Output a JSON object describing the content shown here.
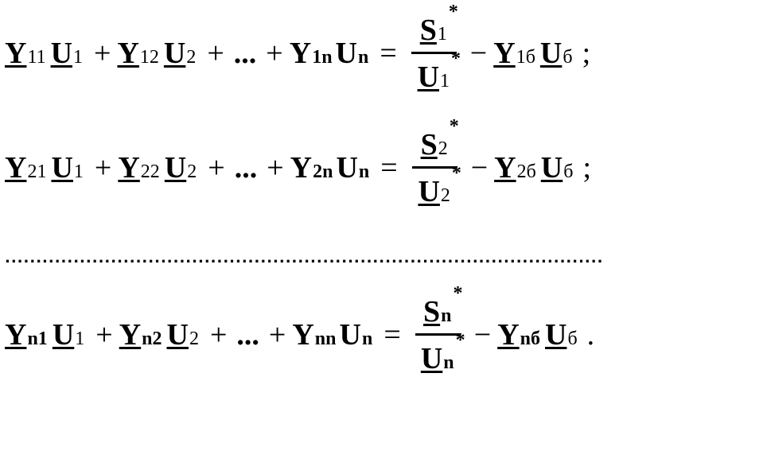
{
  "equations": [
    {
      "terms": [
        {
          "y": "Y",
          "ysub": "11",
          "u": "U",
          "usub": "1"
        },
        {
          "y": "Y",
          "ysub": "12",
          "u": "U",
          "usub": "2"
        },
        {
          "y": "Y",
          "ysub": "1n",
          "u": "U",
          "usub": "n"
        }
      ],
      "plus": "+",
      "ellipsis": "...",
      "equals": "=",
      "num": {
        "sym": "S",
        "sub": "1",
        "star": "*"
      },
      "den": {
        "sym": "U",
        "sub": "1",
        "star": "*"
      },
      "minus": "−",
      "tail": {
        "y": "Y",
        "ysub": "1б",
        "u": "U",
        "usub": "б"
      },
      "terminator": ";"
    },
    {
      "terms": [
        {
          "y": "Y",
          "ysub": "21",
          "u": "U",
          "usub": "1"
        },
        {
          "y": "Y",
          "ysub": "22",
          "u": "U",
          "usub": "2"
        },
        {
          "y": "Y",
          "ysub": "2n",
          "u": "U",
          "usub": "n"
        }
      ],
      "plus": "+",
      "ellipsis": "...",
      "equals": "=",
      "num": {
        "sym": "S",
        "sub": "2",
        "star": "*"
      },
      "den": {
        "sym": "U",
        "sub": "2",
        "star": "*"
      },
      "minus": "−",
      "tail": {
        "y": "Y",
        "ysub": "2б",
        "u": "U",
        "usub": "б"
      },
      "terminator": ";"
    },
    {
      "terms": [
        {
          "y": "Y",
          "ysub": "n1",
          "u": "U",
          "usub": "1"
        },
        {
          "y": "Y",
          "ysub": "n2",
          "u": "U",
          "usub": "2"
        },
        {
          "y": "Y",
          "ysub": "nn",
          "u": "U",
          "usub": "n"
        }
      ],
      "plus": "+",
      "ellipsis": "...",
      "equals": "=",
      "num": {
        "sym": "S",
        "sub": "n",
        "star": "*"
      },
      "den": {
        "sym": "U",
        "sub": "n",
        "star": "*"
      },
      "minus": "−",
      "tail": {
        "y": "Y",
        "ysub": "nб",
        "u": "U",
        "usub": "б"
      },
      "terminator": "."
    }
  ],
  "separator": "................................................................................................"
}
